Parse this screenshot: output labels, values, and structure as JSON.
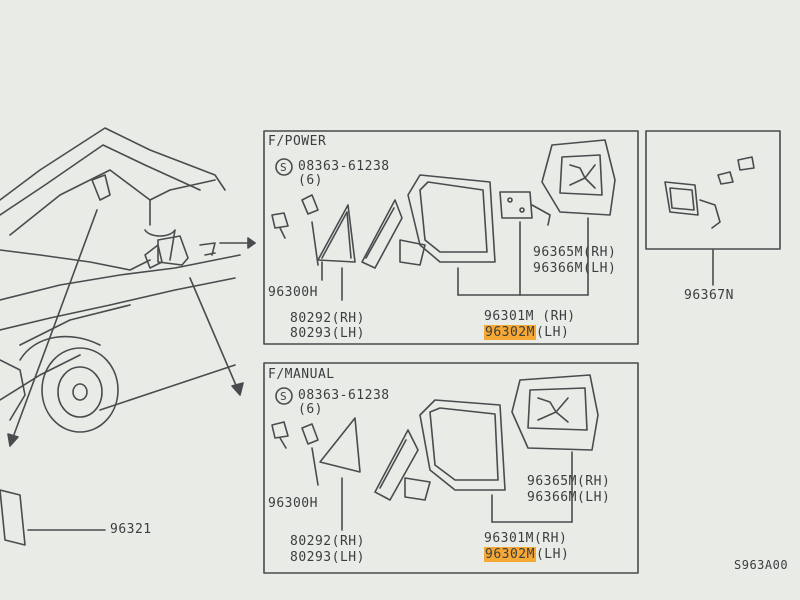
{
  "colors": {
    "background": "#e9ebe7",
    "line": "#4a4b4e",
    "text": "#3c3d40",
    "highlight": "#f5a834"
  },
  "power_panel": {
    "title": "F/POWER",
    "screw_part": "08363-61238",
    "screw_qty": "(6)",
    "cover_part": "96300H",
    "finisher_rh": "80292(RH)",
    "finisher_lh": "80293(LH)",
    "mirror_rh": "96301M (RH)",
    "mirror_lh_code": "96302M",
    "mirror_lh_side": "(LH)",
    "glass_rh": "96365M(RH)",
    "glass_lh": "96366M(LH)"
  },
  "motor_panel": {
    "part": "96367N"
  },
  "manual_panel": {
    "title": "F/MANUAL",
    "screw_part": "08363-61238",
    "screw_qty": "(6)",
    "cover_part": "96300H",
    "finisher_rh": "80292(RH)",
    "finisher_lh": "80293(LH)",
    "mirror_rh": "96301M(RH)",
    "mirror_lh_code": "96302M",
    "mirror_lh_side": "(LH)",
    "glass_rh": "96365M(RH)",
    "glass_lh": "96366M(LH)"
  },
  "truck": {
    "mudflap_part": "96321"
  },
  "figure_code": "S963A00"
}
